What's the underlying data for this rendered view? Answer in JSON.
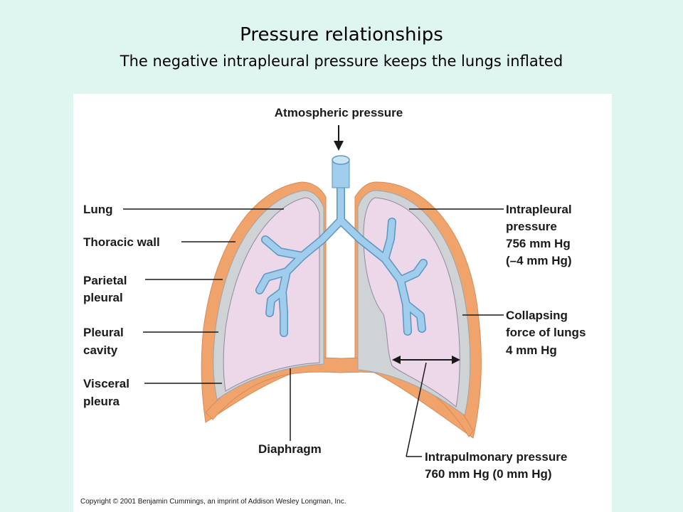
{
  "slide": {
    "title": "Pressure relationships",
    "subtitle": "The negative intrapleural pressure keeps the lungs inflated"
  },
  "labels": {
    "atmospheric": "Atmospheric pressure",
    "lung": "Lung",
    "thoracic_wall": "Thoracic wall",
    "parietal": [
      "Parietal",
      "pleural"
    ],
    "pleural_cavity": [
      "Pleural",
      "cavity"
    ],
    "visceral": [
      "Visceral",
      "pleura"
    ],
    "diaphragm": "Diaphragm",
    "intrapleural": [
      "Intrapleural",
      "pressure",
      "756 mm Hg",
      "(–4 mm Hg)"
    ],
    "collapsing": [
      "Collapsing",
      "force of lungs",
      "4 mm Hg"
    ],
    "intrapulmonary": [
      "Intrapulmonary pressure",
      "760 mm Hg (0 mm Hg)"
    ]
  },
  "copyright": "Copyright © 2001 Benjamin Cummings, an imprint of Addison Wesley Longman, Inc.",
  "colors": {
    "background": "#dff5f0",
    "thoracic_wall": "#f0a46c",
    "pleura": "#cfd3d6",
    "lung_tissue": "#edd8ea",
    "airway": "#9fcdeb",
    "airway_outline": "#5a96c4"
  }
}
